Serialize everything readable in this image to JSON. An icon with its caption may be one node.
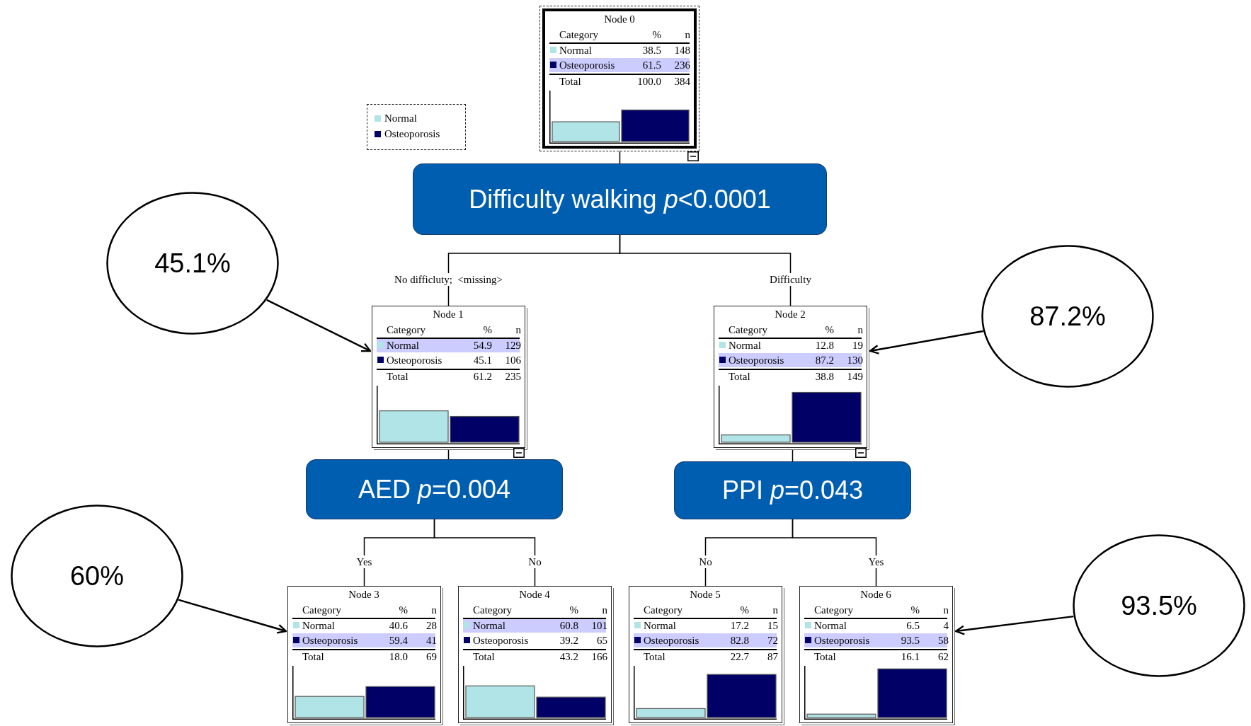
{
  "diagram": {
    "nodes": [
      {
        "text": [
          "Node 0",
          "Category",
          "%",
          "n",
          "Normal",
          "38.5",
          "148",
          "Osteoporosis",
          "61.5",
          "236",
          "Total",
          "100.0",
          "384"
        ]
      },
      {
        "text": [
          "Difficulty walking *p*<0.0001"
        ]
      },
      {
        "text": [
          "Node 1",
          "Category",
          "%",
          "n",
          "Normal",
          "54.9",
          "129",
          "Osteoporosis",
          "45.1",
          "106",
          "Total",
          "61.2",
          "235"
        ]
      },
      {
        "text": [
          "Node 2",
          "Category",
          "%",
          "n",
          "Normal",
          "12.8",
          "19",
          "Osteoporosis",
          "87.2",
          "130",
          "Total",
          "38.8",
          "149"
        ]
      },
      {
        "text": [
          "AED *p*=0.004"
        ]
      },
      {
        "text": [
          "PPI *p*=0.043"
        ]
      },
      {
        "text": [
          "Node 3",
          "Category",
          "%",
          "n",
          "Normal",
          "40.6",
          "28",
          "Osteoporosis",
          "59.4",
          "41",
          "Total",
          "18.0",
          "69"
        ]
      },
      {
        "text": [
          "Node 4",
          "Category",
          "%",
          "n",
          "Normal",
          "60.8",
          "101",
          "Osteoporosis",
          "39.2",
          "65",
          "Total",
          "43.2",
          "166"
        ]
      },
      {
        "text": [
          "Node 5",
          "Category",
          "%",
          "n",
          "Normal",
          "17.2",
          "15",
          "Osteoporosis",
          "82.8",
          "72",
          "Total",
          "22.7",
          "87"
        ]
      },
      {
        "text": [
          "Node 6",
          "Category",
          "%",
          "n",
          "Normal",
          "6.5",
          "4",
          "Osteoporosis",
          "93.5",
          "58",
          "Total",
          "16.1",
          "62"
        ]
      },
      {
        "text": [
          "45.1%"
        ]
      },
      {
        "text": [
          "87.2%"
        ]
      },
      {
        "text": [
          "60%"
        ]
      },
      {
        "text": [
          "93.5%"
        ]
      }
    ],
    "edges": [
      {
        "from": 0,
        "to": 1,
        "arrow": "none"
      },
      {
        "from": 1,
        "to": 2,
        "arrow": "none",
        "label": "No difficluty;  <missing>"
      },
      {
        "from": 1,
        "to": 3,
        "arrow": "none",
        "label": "Difficulty"
      },
      {
        "from": 2,
        "to": 4,
        "arrow": "none"
      },
      {
        "from": 3,
        "to": 5,
        "arrow": "none"
      },
      {
        "from": 4,
        "to": 6,
        "arrow": "none",
        "label": "Yes"
      },
      {
        "from": 4,
        "to": 7,
        "arrow": "none",
        "label": "No"
      },
      {
        "from": 5,
        "to": 8,
        "arrow": "none",
        "label": "No"
      },
      {
        "from": 5,
        "to": 9,
        "arrow": "none",
        "label": "Yes"
      },
      {
        "from": 10,
        "to": 2,
        "arrow": "to"
      },
      {
        "from": 11,
        "to": 3,
        "arrow": "to"
      },
      {
        "from": 12,
        "to": 6,
        "arrow": "to"
      },
      {
        "from": 13,
        "to": 9,
        "arrow": "to"
      }
    ],
    "legend": [
      {
        "text": "Normal",
        "color": "#b0e4e6"
      },
      {
        "text": "Osteoporosis",
        "color": "#000066"
      }
    ]
  }
}
